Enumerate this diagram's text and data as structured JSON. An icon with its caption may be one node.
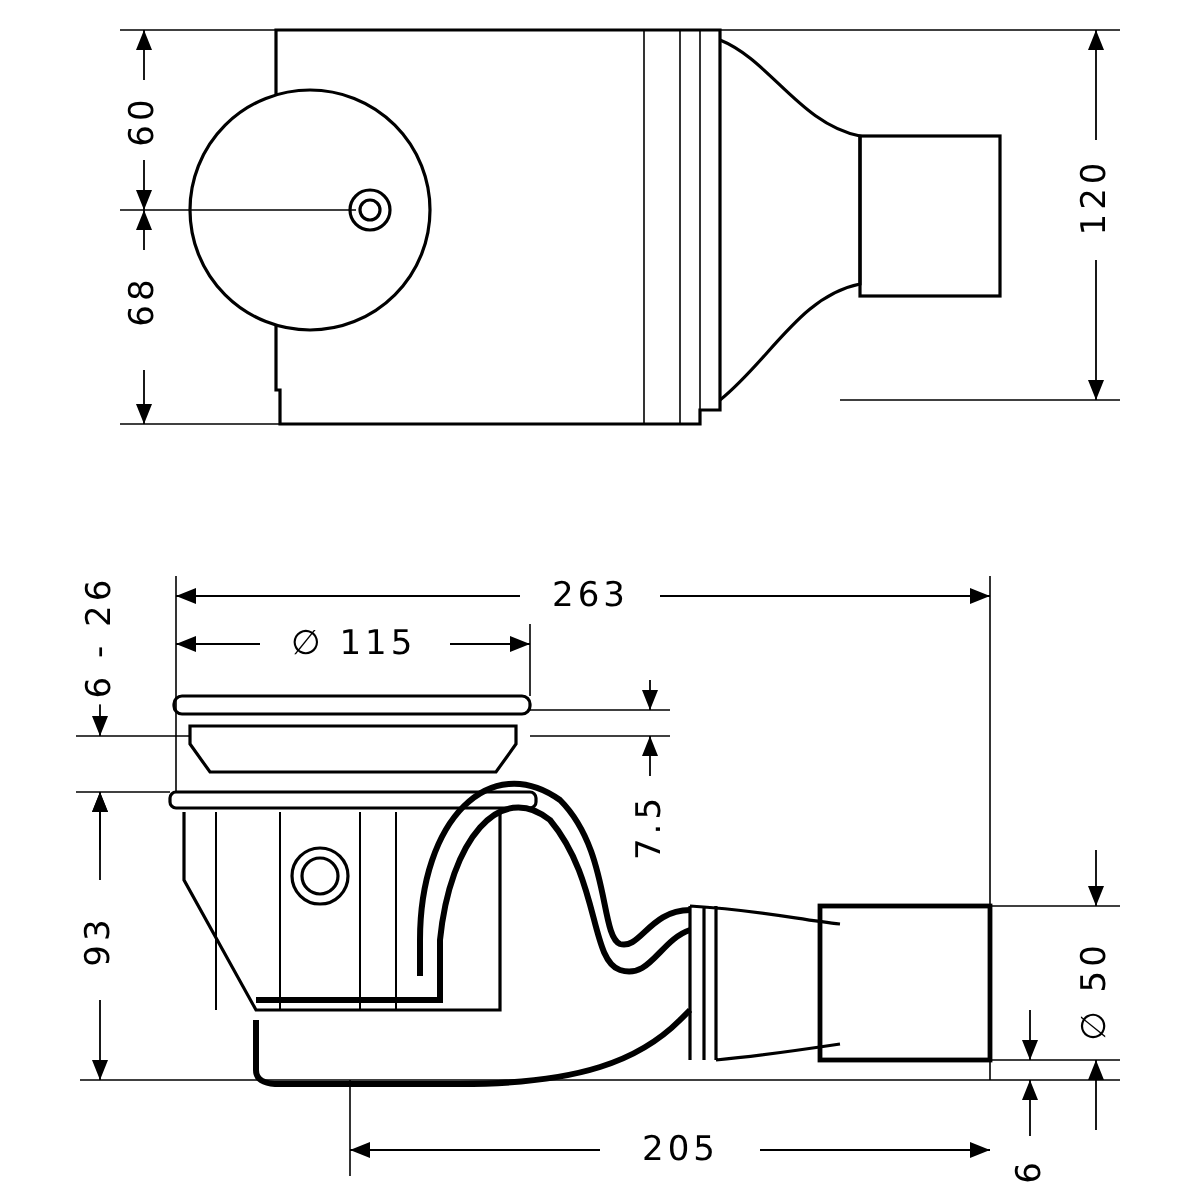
{
  "diagram": {
    "labels": [
      "60",
      "68",
      "120",
      "263",
      "∅ 115",
      "6 - 26",
      "7.5",
      "93",
      "∅ 50",
      "205",
      "6"
    ]
  }
}
